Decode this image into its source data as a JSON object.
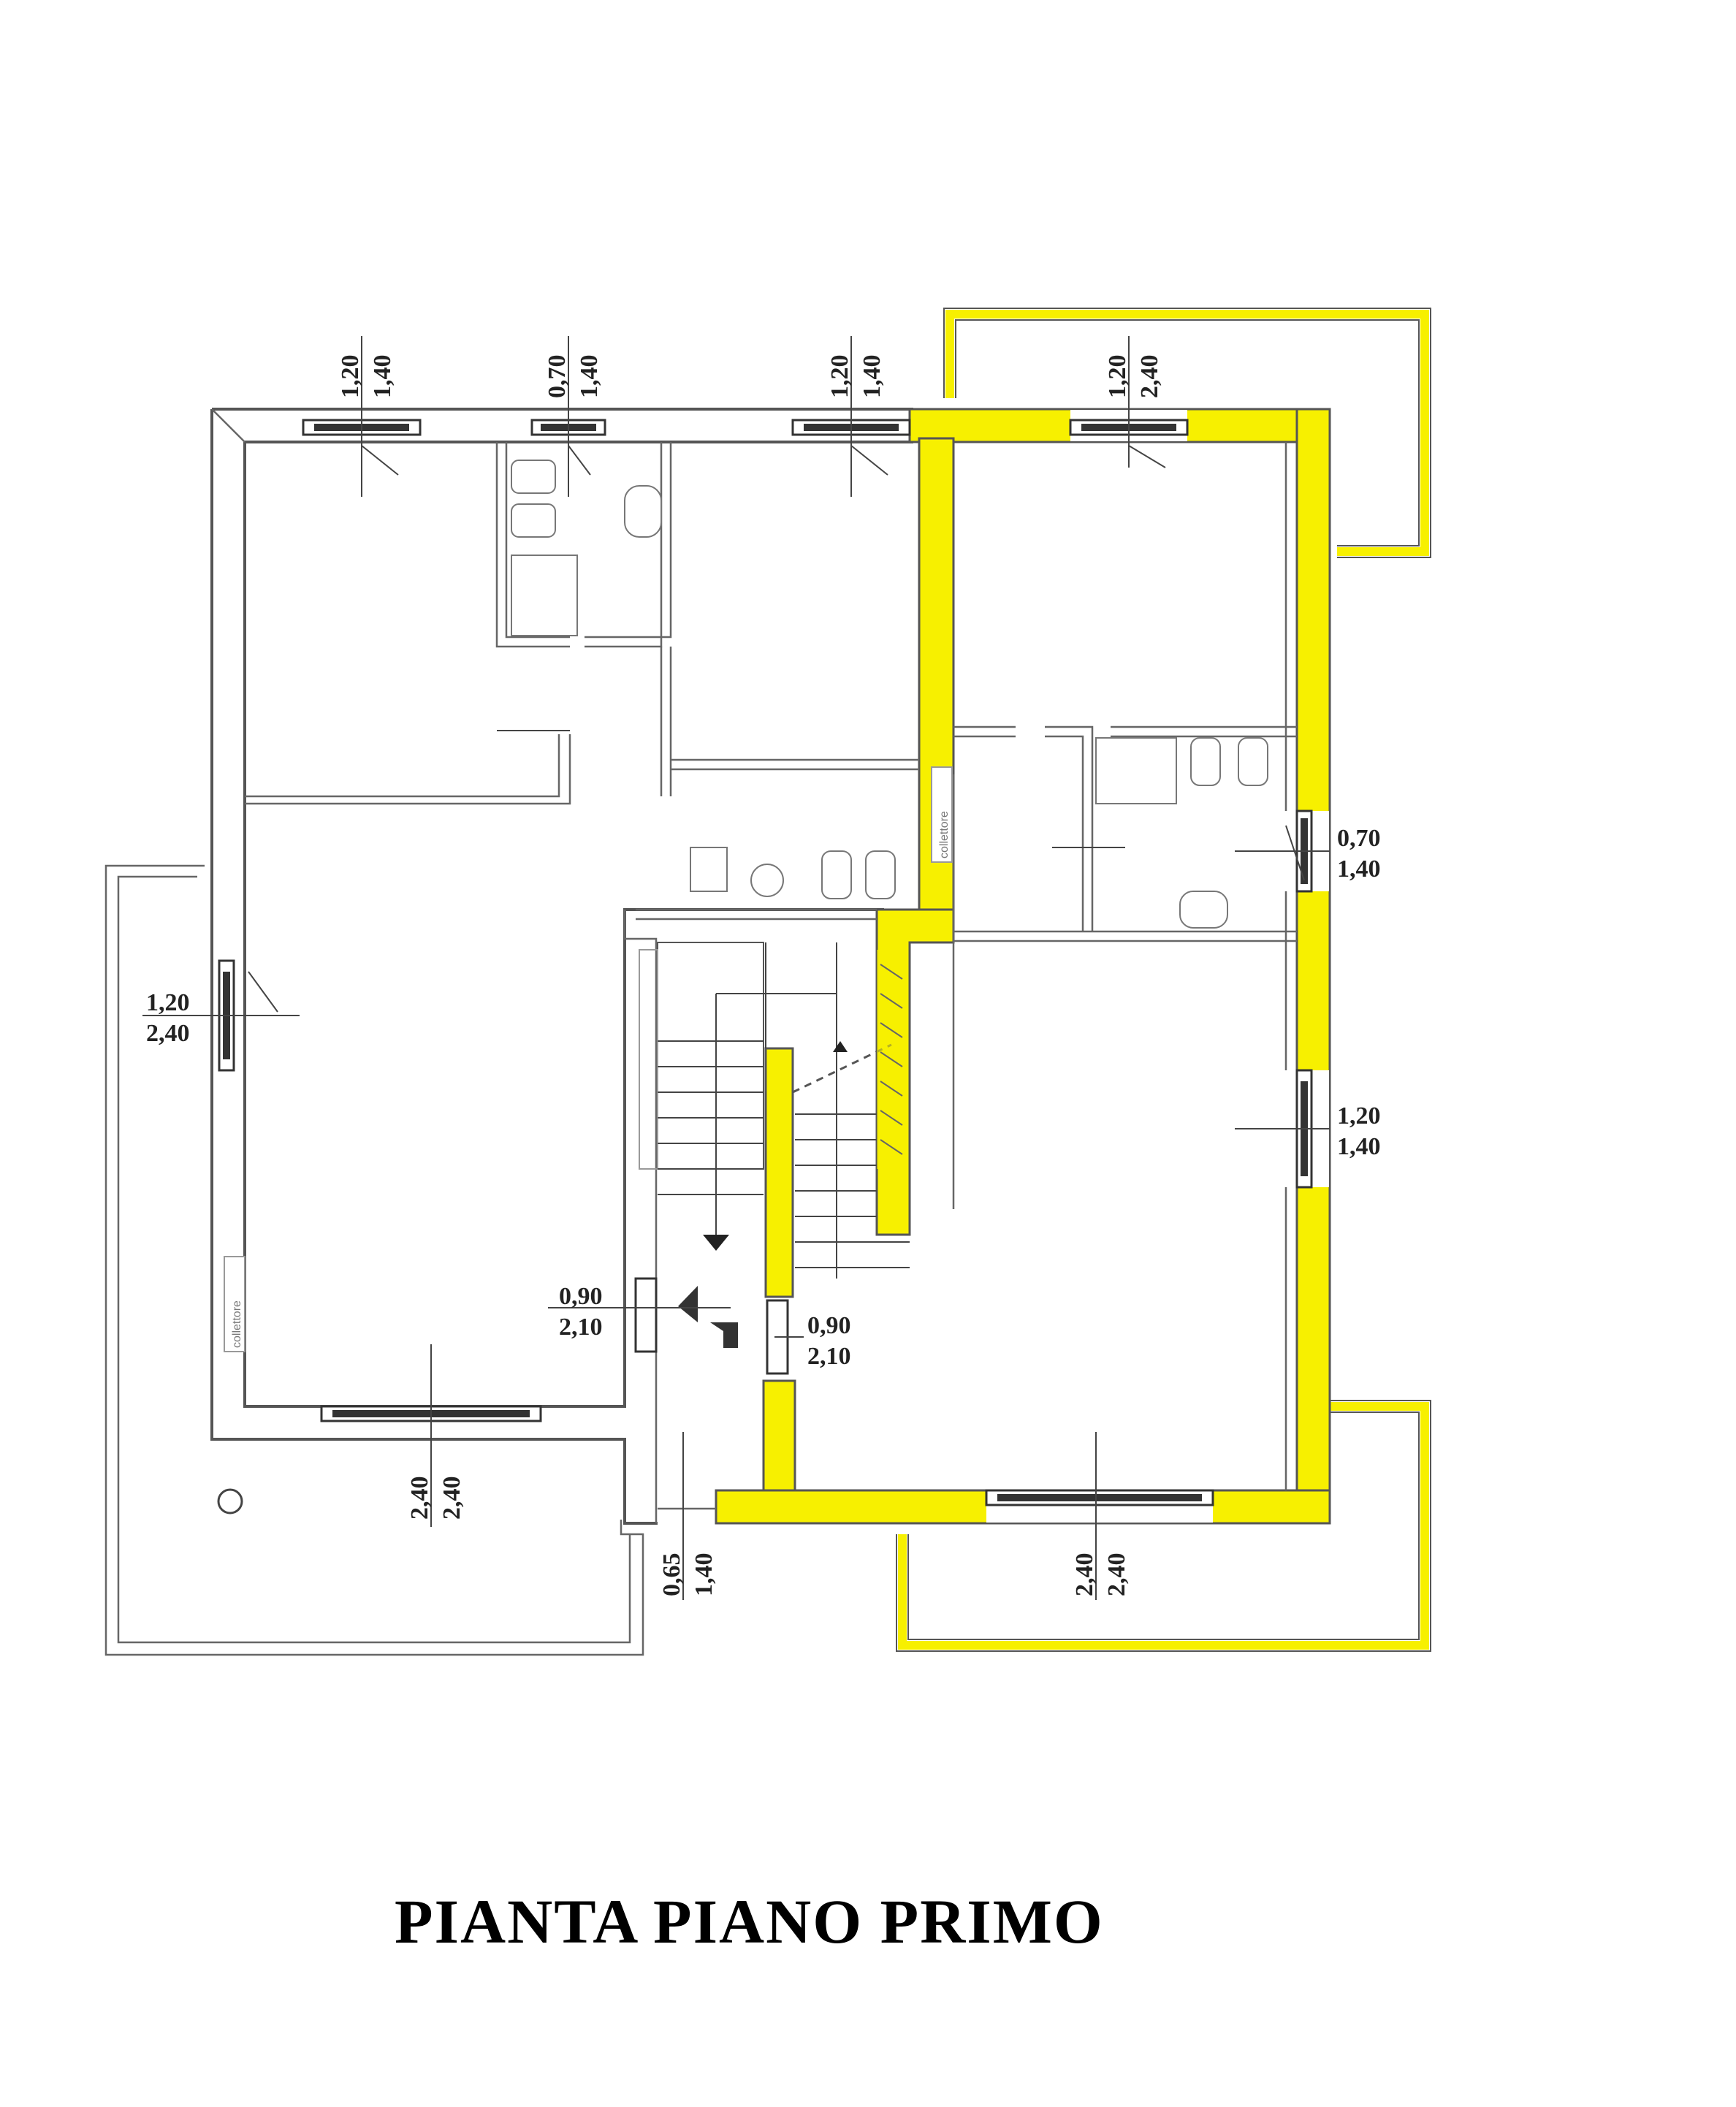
{
  "title": "PIANTA PIANO PRIMO",
  "collector_label": "collettore",
  "openings": {
    "top_1": {
      "w": "1,20",
      "h": "1,40"
    },
    "top_2": {
      "w": "0,70",
      "h": "1,40"
    },
    "top_3": {
      "w": "1,20",
      "h": "1,40"
    },
    "top_4": {
      "w": "1,20",
      "h": "2,40"
    },
    "right_1": {
      "w": "0,70",
      "h": "1,40"
    },
    "right_2": {
      "w": "1,20",
      "h": "1,40"
    },
    "left_1": {
      "w": "1,20",
      "h": "2,40"
    },
    "door_left": {
      "w": "0,90",
      "h": "2,10"
    },
    "door_right": {
      "w": "0,90",
      "h": "2,10"
    },
    "bottom_1": {
      "w": "2,40",
      "h": "2,40"
    },
    "bottom_2": {
      "w": "0,65",
      "h": "1,40"
    },
    "bottom_3": {
      "w": "2,40",
      "h": "2,40"
    }
  },
  "colors": {
    "highlight": "#f7f000",
    "walls": "#555555"
  }
}
